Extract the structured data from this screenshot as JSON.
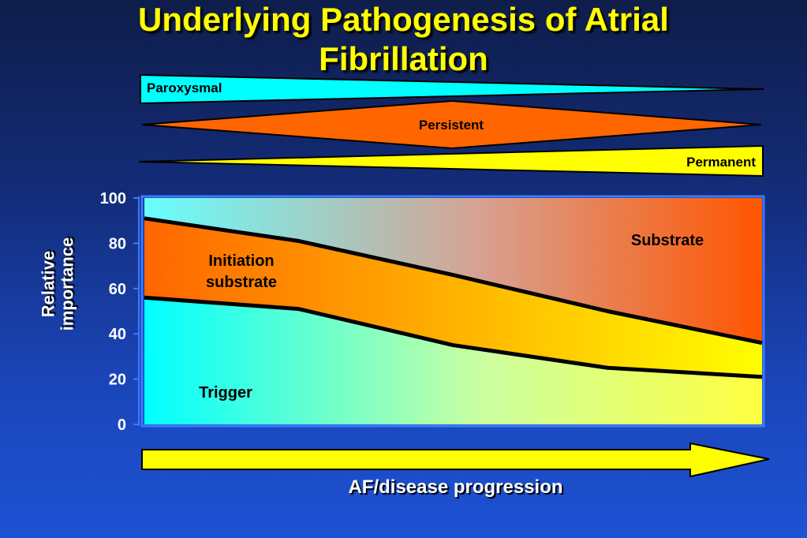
{
  "slide": {
    "title_line1": "Underlying Pathogenesis of Atrial",
    "title_line2": "Fibrillation"
  },
  "stages": [
    {
      "name": "Paroxysmal",
      "color": "#00ffff",
      "shape": "narrowing to the right"
    },
    {
      "name": "Persistent",
      "color": "#ff6600",
      "shape": "widest in the middle"
    },
    {
      "name": "Permanent",
      "color": "#ffff00",
      "shape": "widening to the right"
    }
  ],
  "chart_data": {
    "type": "area",
    "stacked": true,
    "title": "",
    "xlabel": "AF/disease progression",
    "ylabel_line1": "Relative",
    "ylabel_line2": "importance",
    "ylim": [
      0,
      100
    ],
    "yticks": [
      0,
      20,
      40,
      60,
      80,
      100
    ],
    "x": [
      0,
      1,
      2,
      3,
      4
    ],
    "xlim": [
      0,
      4
    ],
    "boundaries": {
      "trigger_upper": [
        56,
        51,
        35,
        25,
        21
      ],
      "initiation_upper": [
        91,
        81,
        66,
        50,
        36
      ]
    },
    "series": [
      {
        "name": "Trigger",
        "label_line1": "Trigger"
      },
      {
        "name": "Initiation substrate",
        "label_line1": "Initiation",
        "label_line2": "substrate"
      },
      {
        "name": "Substrate",
        "label_line1": "Substrate"
      }
    ],
    "grid": false,
    "legend": "none (labels inside areas)",
    "colors": {
      "trigger": [
        "#00ffff",
        "#ffff40"
      ],
      "initiation": [
        "#ff6600",
        "#ffff00"
      ],
      "substrate": [
        "#66ffff",
        "#ff5500"
      ]
    }
  }
}
